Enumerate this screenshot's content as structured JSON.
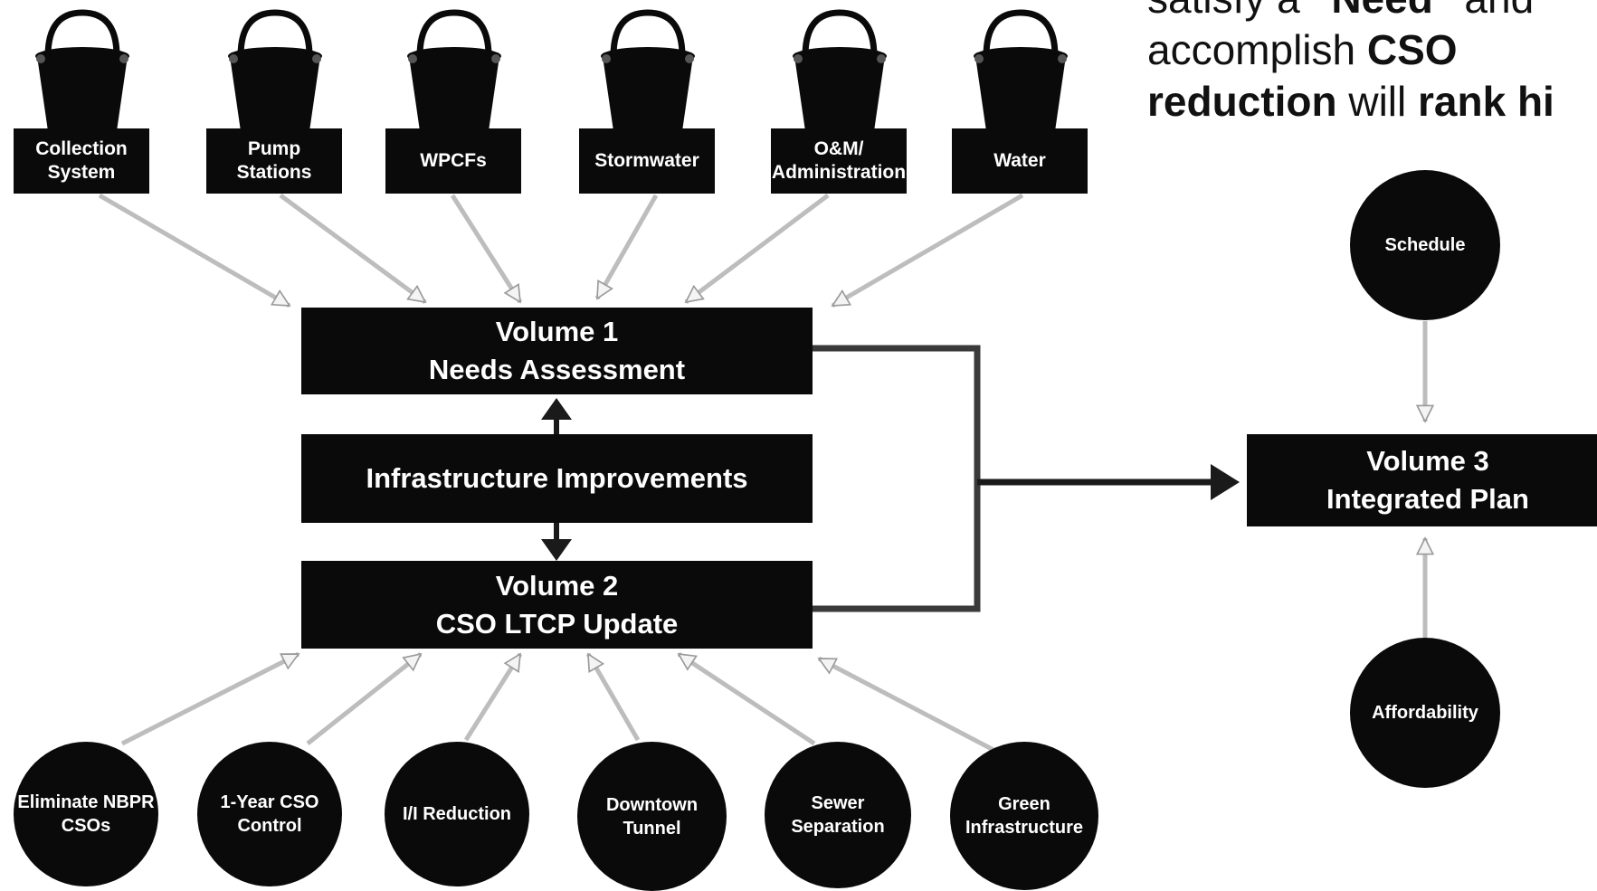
{
  "buckets": [
    {
      "label": "Collection System"
    },
    {
      "label": "Pump Stations"
    },
    {
      "label": "WPCFs"
    },
    {
      "label": "Stormwater"
    },
    {
      "label": "O&M/ Administration"
    },
    {
      "label": "Water"
    }
  ],
  "volume1": {
    "line1": "Volume 1",
    "line2": "Needs Assessment"
  },
  "infrastructure": {
    "label": "Infrastructure Improvements"
  },
  "volume2": {
    "line1": "Volume 2",
    "line2": "CSO LTCP Update"
  },
  "volume3": {
    "line1": "Volume 3",
    "line2": "Integrated Plan"
  },
  "bottom_circles": [
    {
      "label": "Eliminate NBPR CSOs"
    },
    {
      "label": "1-Year CSO Control"
    },
    {
      "label": "I/I Reduction"
    },
    {
      "label": "Downtown Tunnel"
    },
    {
      "label": "Sewer Separation"
    },
    {
      "label": "Green Infrastructure"
    }
  ],
  "side_circles": {
    "schedule": "Schedule",
    "affordability": "Affordability"
  },
  "note": {
    "line1_a": "satisfy a ",
    "line1_b": "\"Need\"",
    "line1_c": " and",
    "line2_a": "accomplish ",
    "line2_b": "CSO",
    "line3_a": "reduction",
    "line3_b": " will ",
    "line3_c": "rank hi"
  },
  "colors": {
    "box": "#0a0a0a",
    "arrow": "#bdbdbd",
    "connector": "#3a3a3a",
    "text": "#ffffff"
  }
}
